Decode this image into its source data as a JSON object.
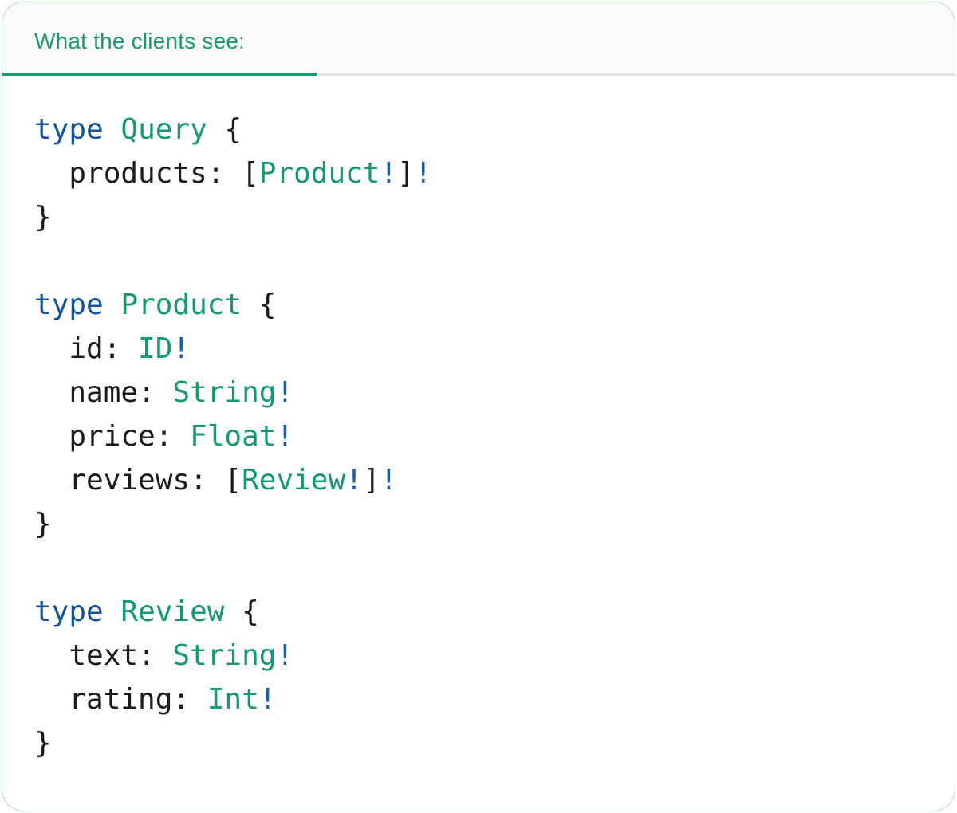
{
  "header": {
    "label": "What the clients see:"
  },
  "colors": {
    "accent_teal": "#169a72",
    "header_text": "#1a9a70",
    "keyword_blue": "#15549a",
    "bang_blue": "#1d5fa8",
    "type_teal": "#179970",
    "code_text": "#191c1f",
    "underline_gray": "#e2e2e2",
    "card_border": "#b3dcbe",
    "header_bg": "#fbfbfb"
  },
  "code": {
    "language": "graphql",
    "plain_text": "type Query {\n  products: [Product!]!\n}\n\ntype Product {\n  id: ID!\n  name: String!\n  price: Float!\n  reviews: [Review!]!\n}\n\ntype Review {\n  text: String!\n  rating: Int!\n}",
    "lines": [
      [
        {
          "t": "kw",
          "v": "type"
        },
        {
          "t": "plain",
          "v": " "
        },
        {
          "t": "type",
          "v": "Query"
        },
        {
          "t": "plain",
          "v": " {"
        }
      ],
      [
        {
          "t": "plain",
          "v": "  products: ["
        },
        {
          "t": "type",
          "v": "Product"
        },
        {
          "t": "bang",
          "v": "!"
        },
        {
          "t": "plain",
          "v": "]"
        },
        {
          "t": "bang",
          "v": "!"
        }
      ],
      [
        {
          "t": "plain",
          "v": "}"
        }
      ],
      [],
      [
        {
          "t": "kw",
          "v": "type"
        },
        {
          "t": "plain",
          "v": " "
        },
        {
          "t": "type",
          "v": "Product"
        },
        {
          "t": "plain",
          "v": " {"
        }
      ],
      [
        {
          "t": "plain",
          "v": "  id: "
        },
        {
          "t": "type",
          "v": "ID"
        },
        {
          "t": "bang",
          "v": "!"
        }
      ],
      [
        {
          "t": "plain",
          "v": "  name: "
        },
        {
          "t": "type",
          "v": "String"
        },
        {
          "t": "bang",
          "v": "!"
        }
      ],
      [
        {
          "t": "plain",
          "v": "  price: "
        },
        {
          "t": "type",
          "v": "Float"
        },
        {
          "t": "bang",
          "v": "!"
        }
      ],
      [
        {
          "t": "plain",
          "v": "  reviews: ["
        },
        {
          "t": "type",
          "v": "Review"
        },
        {
          "t": "bang",
          "v": "!"
        },
        {
          "t": "plain",
          "v": "]"
        },
        {
          "t": "bang",
          "v": "!"
        }
      ],
      [
        {
          "t": "plain",
          "v": "}"
        }
      ],
      [],
      [
        {
          "t": "kw",
          "v": "type"
        },
        {
          "t": "plain",
          "v": " "
        },
        {
          "t": "type",
          "v": "Review"
        },
        {
          "t": "plain",
          "v": " {"
        }
      ],
      [
        {
          "t": "plain",
          "v": "  text: "
        },
        {
          "t": "type",
          "v": "String"
        },
        {
          "t": "bang",
          "v": "!"
        }
      ],
      [
        {
          "t": "plain",
          "v": "  rating: "
        },
        {
          "t": "type",
          "v": "Int"
        },
        {
          "t": "bang",
          "v": "!"
        }
      ],
      [
        {
          "t": "plain",
          "v": "}"
        }
      ]
    ]
  }
}
